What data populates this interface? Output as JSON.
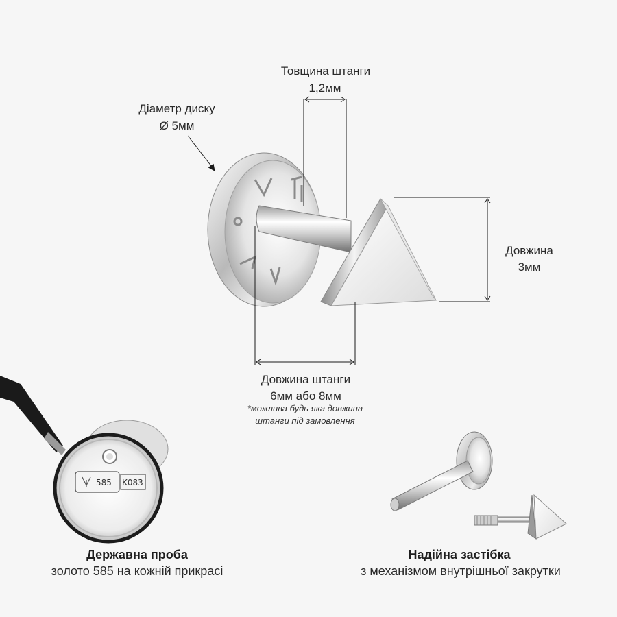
{
  "dimensions": {
    "bar_thickness": {
      "title": "Товщина штанги",
      "value": "1,2мм"
    },
    "disc_diameter": {
      "title": "Діаметр диску",
      "value": "Ø 5мм"
    },
    "length": {
      "title": "Довжина",
      "value": "3мм"
    },
    "bar_length": {
      "title": "Довжина штанги",
      "value": "6мм або 8мм",
      "note_line1": "*можлива будь яка довжина",
      "note_line2": "штанги під замовлення"
    }
  },
  "features": [
    {
      "title": "Державна проба",
      "subtitle": "золото 585 на кожній прикрасі"
    },
    {
      "title": "Надійна застібка",
      "subtitle": "з механізмом внутрішньої закрутки"
    }
  ],
  "hallmark": {
    "mark1": "585",
    "mark2": "K083"
  },
  "disc_engraving": "ZAVA",
  "colors": {
    "background": "#f6f6f6",
    "metal_light": "#ffffff",
    "metal_dark": "#6d6d6d",
    "dimension_line": "#1a1a1a"
  }
}
